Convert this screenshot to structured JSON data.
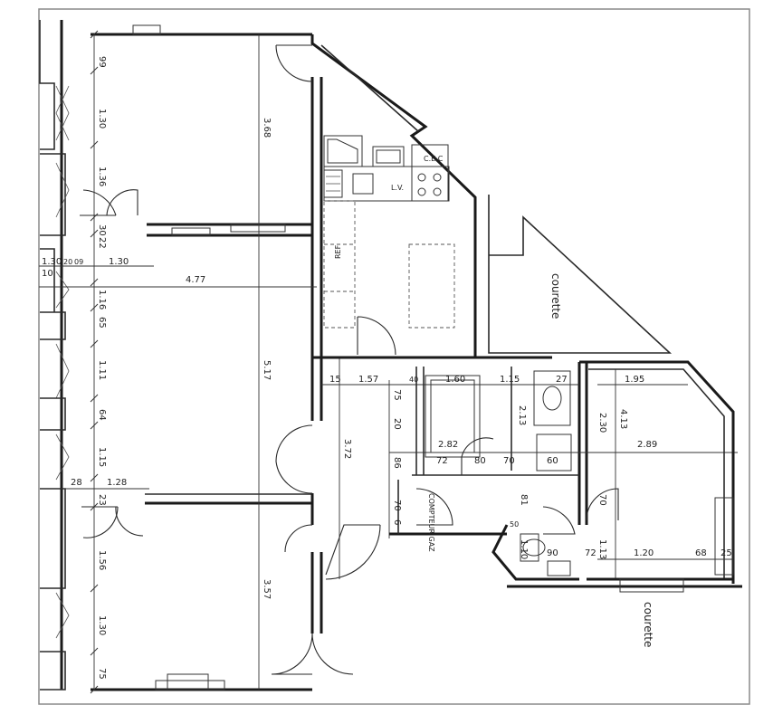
{
  "labels": {
    "courtyard_top": "courette",
    "courtyard_bottom": "courette",
    "washing_machine": "L.V.",
    "fridge": "REF",
    "gas_meter": "COMPTEUR GAZ",
    "electric_box": "C.E.C"
  },
  "dims": {
    "left_col": [
      "99",
      "1.30",
      "1.36",
      "30",
      "22",
      "1.16",
      "65",
      "1.11",
      "64",
      "1.15",
      "23",
      "1.56",
      "1.30",
      "75"
    ],
    "top_row": [
      "1.30",
      "20",
      "09",
      "1.30",
      "10",
      "4.77"
    ],
    "room_a_height": "3.68",
    "middle_height": "5.17",
    "room_c_height": "3.57",
    "row_28": "28",
    "row_1_28": "1.28",
    "hall_h": [
      "15",
      "1.57",
      "40",
      "1.60",
      "1.15",
      "27",
      "1.95"
    ],
    "hall_v": [
      "75",
      "20",
      "86",
      "70",
      "6"
    ],
    "corridor_len": "3.72",
    "bath": [
      "2.13",
      "2.82",
      "72",
      "80",
      "70",
      "60"
    ],
    "right_room": [
      "4.13",
      "2.30",
      "2.89",
      "70",
      "1.13"
    ],
    "lower": [
      "81",
      "50",
      "1.10",
      "90",
      "72",
      "1.20",
      "68",
      "25"
    ]
  }
}
